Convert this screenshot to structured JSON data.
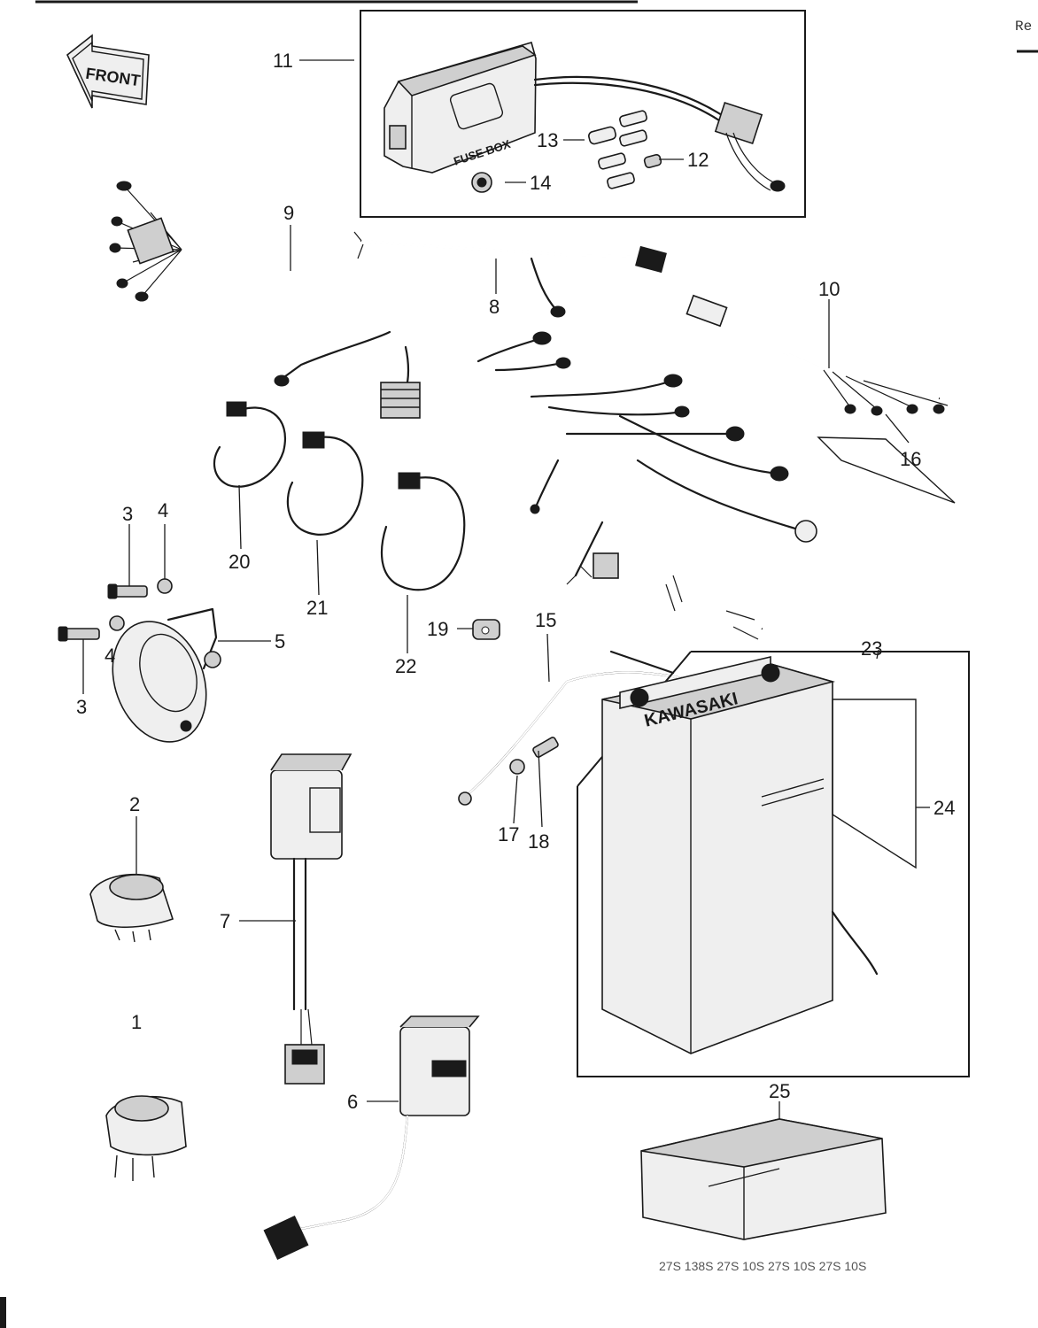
{
  "front_label": "FRONT",
  "fuse_box_label": "FUSE BOX",
  "battery_label": "KAWASAKI",
  "header_text": "Re",
  "footer_codes": "27S 138S 27S 10S 27S 10S 27S 10S",
  "callouts": {
    "c1": "1",
    "c2": "2",
    "c3a": "3",
    "c3b": "3",
    "c4a": "4",
    "c4b": "4",
    "c5": "5",
    "c6": "6",
    "c7": "7",
    "c8": "8",
    "c9": "9",
    "c10": "10",
    "c11": "11",
    "c12": "12",
    "c13": "13",
    "c14": "14",
    "c15": "15",
    "c16": "16",
    "c17": "17",
    "c18": "18",
    "c19": "19",
    "c20": "20",
    "c21": "21",
    "c22": "22",
    "c23": "23",
    "c24": "24",
    "c25": "25"
  }
}
